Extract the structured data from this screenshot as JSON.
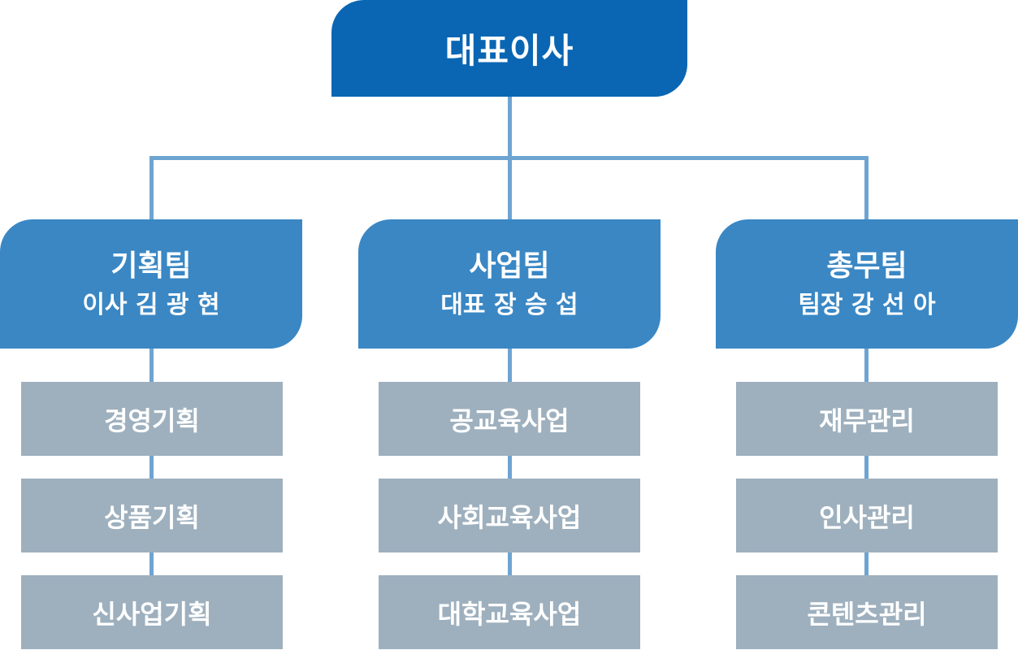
{
  "ceo": {
    "label": "대표이사"
  },
  "teams": [
    {
      "name": "기획팀",
      "lead": "이사 김 광 현",
      "units": [
        "경영기획",
        "상품기획",
        "신사업기획"
      ]
    },
    {
      "name": "사업팀",
      "lead": "대표 장 승 섭",
      "units": [
        "공교육사업",
        "사회교육사업",
        "대학교육사업"
      ]
    },
    {
      "name": "총무팀",
      "lead": "팀장 강 선 아",
      "units": [
        "재무관리",
        "인사관리",
        "콘텐츠관리"
      ]
    }
  ],
  "colors": {
    "ceo_box": "#0a66b3",
    "team_box": "#3a87c4",
    "unit_box": "#9eb0be",
    "connector": "#6ea4d2",
    "text": "#ffffff"
  }
}
